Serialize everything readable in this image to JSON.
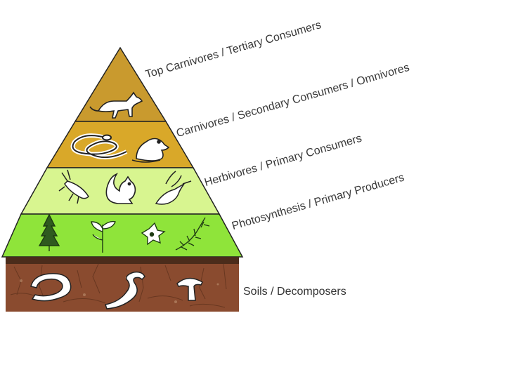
{
  "levels": {
    "top": "Top Carnivores / Tertiary Consumers",
    "carnivores": "Carnivores / Secondary Consumers / Omnivores",
    "herbivores": "Herbivores / Primary Consumers",
    "producers": "Photosynthesis / Primary Producers",
    "soil": "Soils / Decomposers"
  },
  "colors": {
    "top": "#c99a2e",
    "carnivores": "#d9a829",
    "herbivores": "#d8f590",
    "producers": "#8fe43a",
    "soil": "#8a4b2f"
  },
  "organisms": {
    "top": [
      "fox-icon"
    ],
    "carnivores": [
      "snake-icon",
      "frog-icon"
    ],
    "herbivores": [
      "insect-icon",
      "squirrel-icon",
      "hummingbird-icon"
    ],
    "producers": [
      "pine-tree-icon",
      "plant-icon",
      "flower-icon",
      "fern-icon"
    ],
    "soil": [
      "millipede-icon",
      "worm-icon",
      "mushroom-icon"
    ]
  }
}
